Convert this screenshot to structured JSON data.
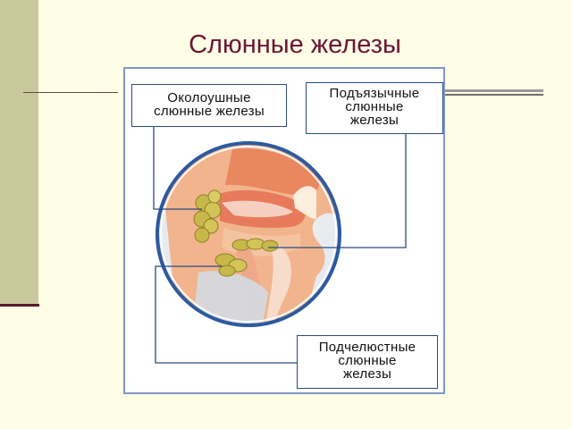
{
  "slide": {
    "title": "Слюнные железы"
  },
  "figure": {
    "labels": {
      "parotid": {
        "line1": "Околоушные",
        "line2": "слюнные железы"
      },
      "sublingual": {
        "line1": "Подъязычные",
        "line2": "слюнные",
        "line3": "железы"
      },
      "submandibular": {
        "line1": "Подчелюстные",
        "line2": "слюнные",
        "line3": "железы"
      }
    }
  },
  "colors": {
    "background": "#fefde6",
    "title": "#6a1636",
    "accent_band": "#c9c89c",
    "label_border": "#2b4a80",
    "circle_border": "#2c5aa0",
    "gland": "#c8b84a"
  }
}
